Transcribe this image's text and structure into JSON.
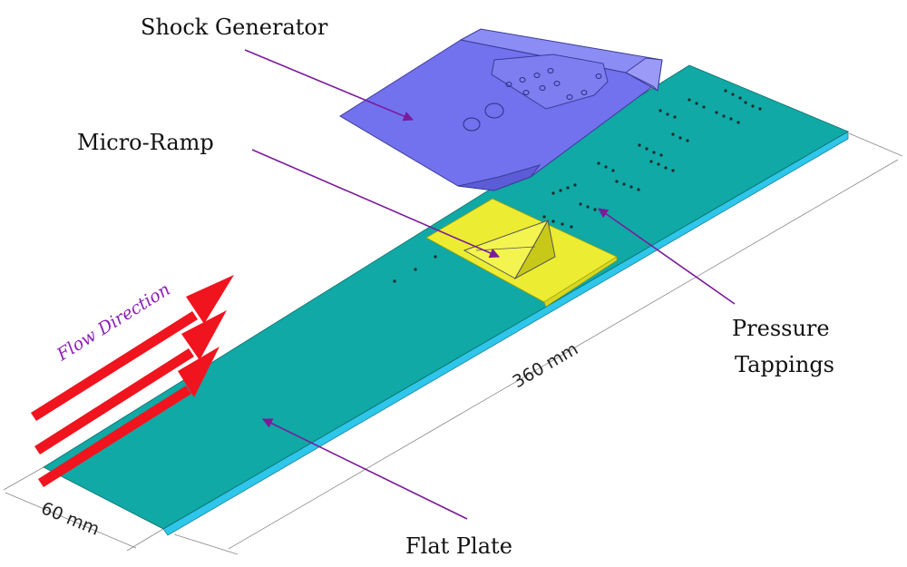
{
  "labels": {
    "shock_generator": "Shock Generator",
    "micro_ramp": "Micro-Ramp",
    "pressure_tappings_line1": "Pressure",
    "pressure_tappings_line2": "Tappings",
    "flat_plate": "Flat Plate",
    "flow_direction": "Flow Direction"
  },
  "dimensions": {
    "length": "360 mm",
    "width": "60 mm"
  },
  "colors": {
    "plate_top": "#10a9a5",
    "plate_side": "#2ec6ea",
    "shock_generator": "#7272ee",
    "shock_generator_top": "#8c8cf5",
    "micro_ramp_insert": "#ecec32",
    "flow_arrow": "#f0141e",
    "leader_line": "#7a1c9a",
    "flow_label": "#8b1fb8"
  }
}
